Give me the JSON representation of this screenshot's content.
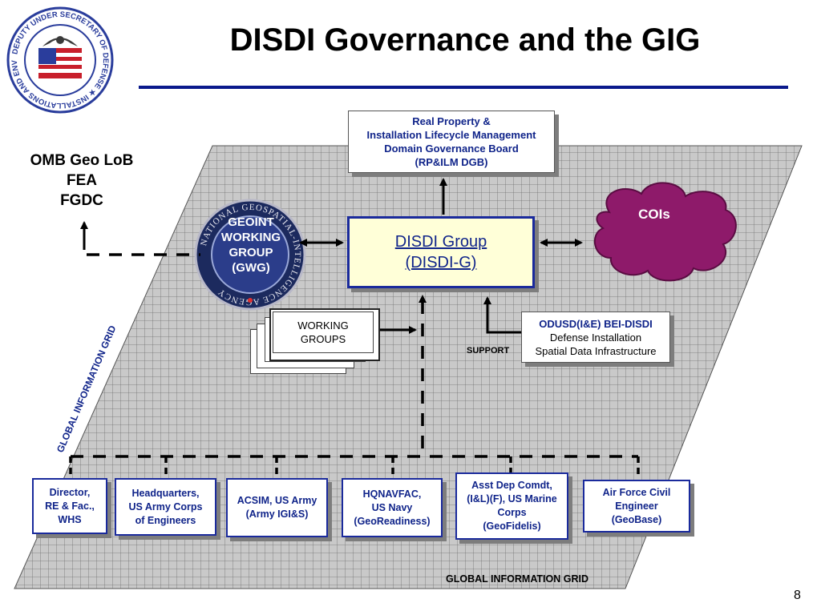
{
  "slide": {
    "title": "DISDI Governance and the GIG",
    "page_number": "8"
  },
  "seal": {
    "text": "DEPUTY UNDER SECRETARY OF DEFENSE ★ INSTALLATIONS AND ENVIRONMENT ★"
  },
  "gwg_seal": {
    "ring_text": "NATIONAL GEOSPATIAL-INTELLIGENCE AGENCY"
  },
  "external": {
    "lines": [
      "OMB Geo LoB",
      "FEA",
      "FGDC"
    ]
  },
  "boxes": {
    "rp_ilm": "Real Property &\nInstallation Lifecycle Management\nDomain Governance Board\n(RP&ILM DGB)",
    "disdi_group": "DISDI Group\n(DISDI-G)",
    "cois": "COIs",
    "gwg": "GEOINT\nWORKING\nGROUP\n(GWG)",
    "working_groups": "WORKING\nGROUPS",
    "support": "SUPPORT",
    "odusd_head": "ODUSD(I&E) BEI-DISDI",
    "odusd_body": "Defense Installation\nSpatial Data Infrastructure"
  },
  "grid": {
    "side_label": "GLOBAL INFORMATION GRID",
    "bottom_label": "GLOBAL INFORMATION GRID"
  },
  "organizations": [
    "Director,\nRE & Fac.,\nWHS",
    "Headquarters,\nUS Army Corps\nof Engineers",
    "ACSIM, US Army\n(Army IGI&S)",
    "HQNAVFAC,\nUS Navy\n(GeoReadiness)",
    "Asst Dep Comdt,\n(I&L)(F), US Marine\nCorps\n(GeoFidelis)",
    "Air Force Civil\nEngineer\n(GeoBase)"
  ],
  "colors": {
    "title_rule": "#0a1a8c",
    "box_border": "#1a2a9c",
    "box_text": "#10248a",
    "disdi_fill": "#ffffd8",
    "cois_fill": "#8e1a6a",
    "grid_fill": "#c9c9c9"
  }
}
